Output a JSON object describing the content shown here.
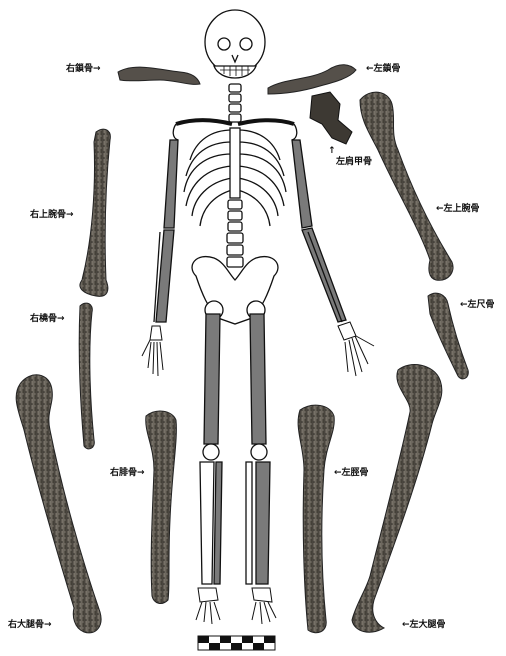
{
  "labels": {
    "right_clavicle": "右鎖骨",
    "left_clavicle": "左鎖骨",
    "left_scapula": "左肩甲骨",
    "right_humerus": "右上腕骨",
    "left_humerus": "左上腕骨",
    "right_radius": "右橈骨",
    "left_ulna": "左尺骨",
    "right_fibula": "右腓骨",
    "left_tibia": "左脛骨",
    "right_femur": "右大腿骨",
    "left_femur": "左大腿骨"
  },
  "arrow_right": "→",
  "arrow_left": "←",
  "arrow_up": "↑",
  "colors": {
    "bone_photo": "#6f6a62",
    "bone_dark": "#3d3933",
    "highlight": "#7a7a7a",
    "outline": "#111111"
  },
  "scale_bar": {
    "segments": 7
  }
}
